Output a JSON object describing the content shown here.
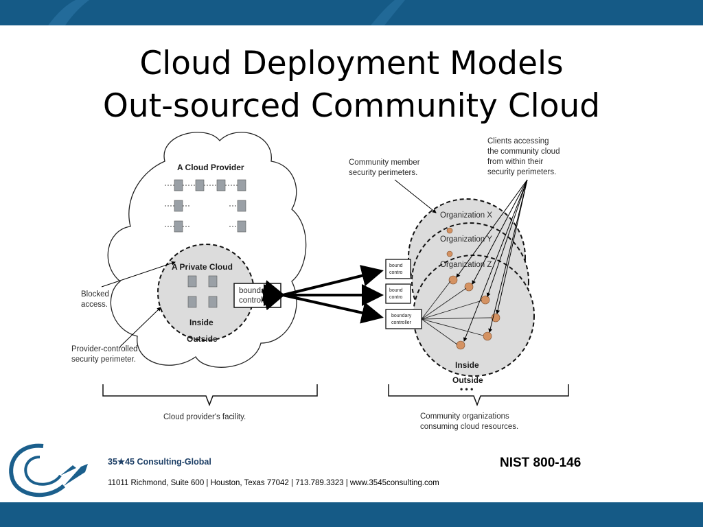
{
  "slide": {
    "title_line1": "Cloud Deployment Models",
    "title_line2": "Out-sourced Community Cloud",
    "reference": "NIST 800-146"
  },
  "diagram": {
    "cloud_provider": "A Cloud Provider",
    "private_cloud": "A Private Cloud",
    "boundary_line1": "boundary",
    "boundary_line2": "controller",
    "inside_left": "Inside",
    "outside_left": "Outside",
    "blocked_line1": "Blocked",
    "blocked_line2": "access.",
    "provider_perimeter_line1": "Provider-controlled",
    "provider_perimeter_line2": "security perimeter.",
    "facility_caption": "Cloud provider's facility.",
    "member_perimeter_line1": "Community member",
    "member_perimeter_line2": "security perimeters.",
    "clients_line1": "Clients accessing",
    "clients_line2": "the community cloud",
    "clients_line3": "from within their",
    "clients_line4": "security perimeters.",
    "org_x": "Organization X",
    "org_y": "Organization Y",
    "org_z": "Organization Z",
    "small_boundary_a": "bound",
    "small_boundary_b": "contro",
    "inside_right": "Inside",
    "outside_right": "Outside",
    "ellipsis": "• • •",
    "community_caption_line1": "Community organizations",
    "community_caption_line2": "consuming cloud resources."
  },
  "footer": {
    "company": "35★45 Consulting-Global",
    "address": "11011 Richmond, Suite 600 | Houston, Texas 77042 | 713.789.3323 | www.3545consulting.com"
  },
  "colors": {
    "bar": "#155a86",
    "logo": "#1b5f8c",
    "circle_fill": "#dcdcdc"
  }
}
